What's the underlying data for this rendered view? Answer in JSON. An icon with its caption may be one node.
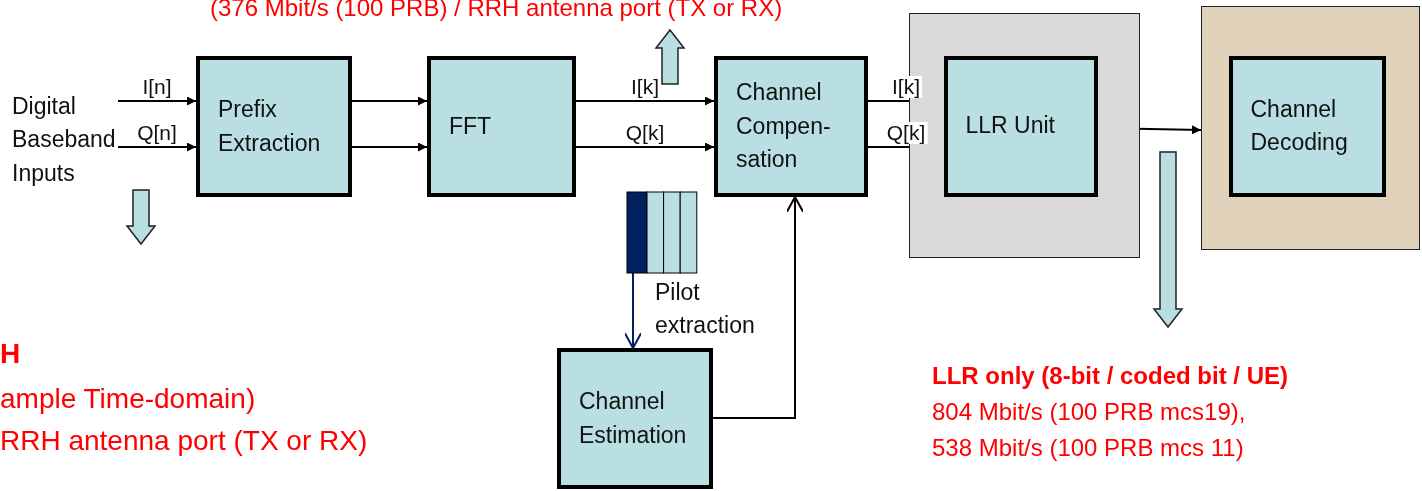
{
  "diagram": {
    "nodes": [
      {
        "text": [
          "Digital Baseband Inputs"
        ]
      },
      {
        "text": [
          "Prefix Extraction"
        ]
      },
      {
        "text": [
          "FFT"
        ]
      },
      {
        "text": [
          "Channel Compen- sation"
        ]
      },
      {
        "text": [],
        "shape": "box"
      },
      {
        "text": [
          "LLR Unit"
        ],
        "in": 4
      },
      {
        "text": [],
        "shape": "box"
      },
      {
        "text": [
          "Channel Decoding"
        ],
        "in": 6
      },
      {
        "text": [],
        "shape": "box",
        "beside": [
          "Pilot extraction"
        ]
      },
      {
        "text": [
          "Channel Estimation"
        ]
      }
    ],
    "edges": [
      {
        "from": 0,
        "to": 1,
        "arrow": "to",
        "label": "I[n]"
      },
      {
        "from": 0,
        "to": 1,
        "arrow": "to",
        "label": "Q[n]"
      },
      {
        "from": 1,
        "to": 2,
        "arrow": "to"
      },
      {
        "from": 1,
        "to": 2,
        "arrow": "to"
      },
      {
        "from": 2,
        "to": 3,
        "arrow": "to",
        "label": "I[k]"
      },
      {
        "from": 2,
        "to": 3,
        "arrow": "to",
        "label": "Q[k]"
      },
      {
        "from": 3,
        "to": 5,
        "arrow": "to",
        "label": "I[k]"
      },
      {
        "from": 3,
        "to": 5,
        "arrow": "to",
        "label": "Q[k]"
      },
      {
        "from": 5,
        "to": 6,
        "arrow": "to"
      },
      {
        "from": 8,
        "to": 9,
        "arrow": "to",
        "color": "#002060"
      },
      {
        "from": 9,
        "to": 3,
        "arrow": "to"
      }
    ],
    "labels": [
      "(376 Mbit/s (100 PRB) / RRH antenna port (TX or RX)",
      "H",
      "ample Time-domain)",
      "RRH antenna port (TX or RX)",
      "LLR only (8-bit / coded bit / UE)",
      "804 Mbit/s (100 PRB mcs19),",
      "538 Mbit/s (100 PRB mcs 11)"
    ]
  }
}
